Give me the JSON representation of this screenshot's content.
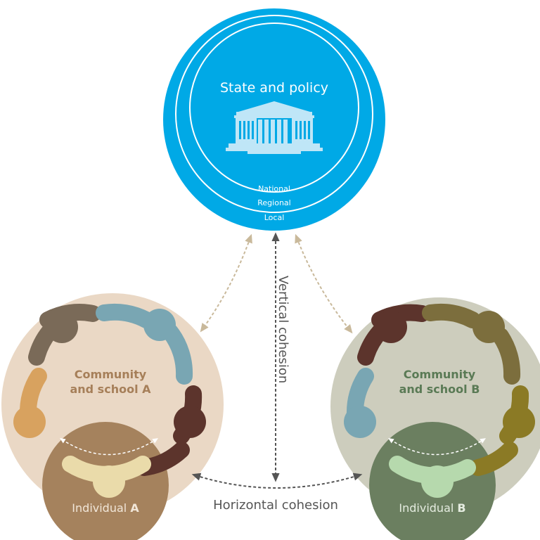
{
  "state": {
    "title": "State and policy",
    "levels": [
      "National",
      "Regional",
      "Local"
    ],
    "icon": "government-building-icon",
    "color": "#00a9e6"
  },
  "community_a": {
    "line1": "Community",
    "line2_prefix": "and school ",
    "line2_bold": "A",
    "color": "#a67f59",
    "background": "#ead8c5"
  },
  "community_b": {
    "line1": "Community",
    "line2_prefix": "and school ",
    "line2_bold": "B",
    "color": "#5a7a55",
    "background": "#cdcdbd"
  },
  "individual_a": {
    "prefix": "Individual ",
    "bold": "A",
    "color": "#a5825d"
  },
  "individual_b": {
    "prefix": "Individual ",
    "bold": "B",
    "color": "#6b7f60"
  },
  "labels": {
    "vertical": "Vertical cohesion",
    "horizontal": "Horizontal cohesion"
  }
}
